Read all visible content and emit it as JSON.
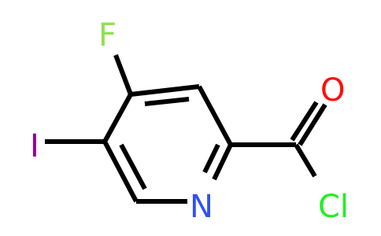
{
  "molecule": {
    "atoms": {
      "fluorine": {
        "symbol": "F",
        "color": "#90e050"
      },
      "iodine": {
        "symbol": "I",
        "color": "#940094"
      },
      "nitrogen": {
        "symbol": "N",
        "color": "#3050f8"
      },
      "oxygen": {
        "symbol": "O",
        "color": "#ff0d0d"
      },
      "chlorine": {
        "symbol": "Cl",
        "color": "#1ff01f"
      }
    },
    "bond_color": "#000000"
  }
}
